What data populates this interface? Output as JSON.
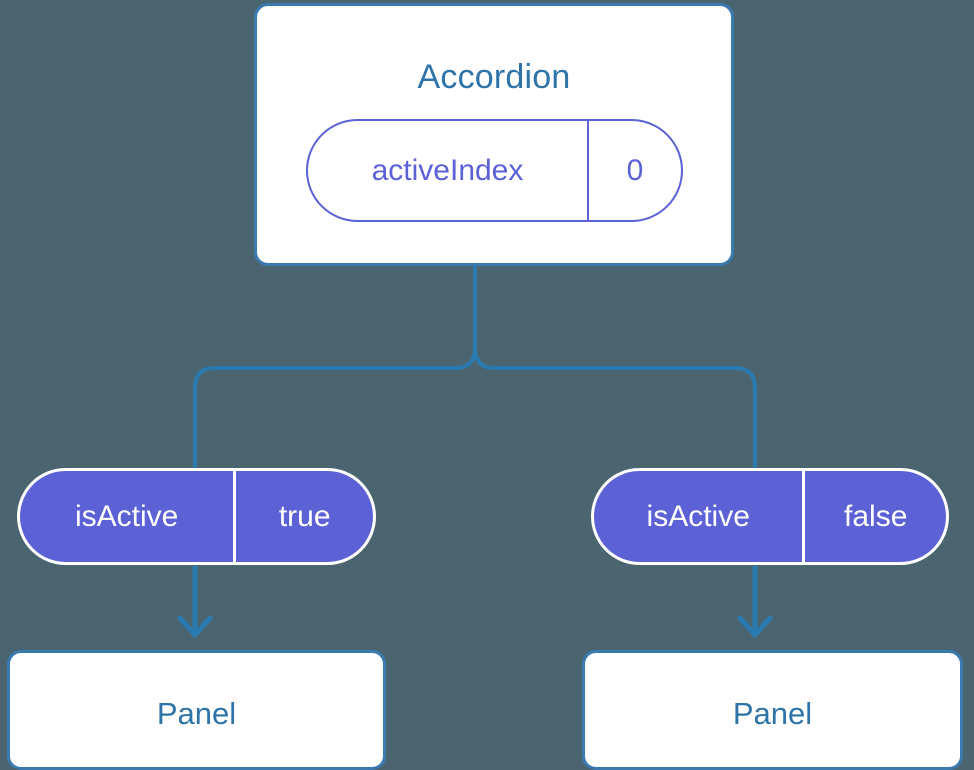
{
  "diagram": {
    "type": "component-tree",
    "background_color": "#4a6570",
    "accent_blue": "#2e74a8",
    "line_blue": "#2a7ab0",
    "accent_purple": "#5c61d6",
    "card_bg": "#ffffff"
  },
  "root": {
    "title": "Accordion",
    "prop": {
      "key": "activeIndex",
      "value": "0"
    }
  },
  "branches": [
    {
      "side": "left",
      "state": {
        "key": "isActive",
        "value": "true"
      },
      "panel": {
        "title": "Panel"
      }
    },
    {
      "side": "right",
      "state": {
        "key": "isActive",
        "value": "false"
      },
      "panel": {
        "title": "Panel"
      }
    }
  ]
}
